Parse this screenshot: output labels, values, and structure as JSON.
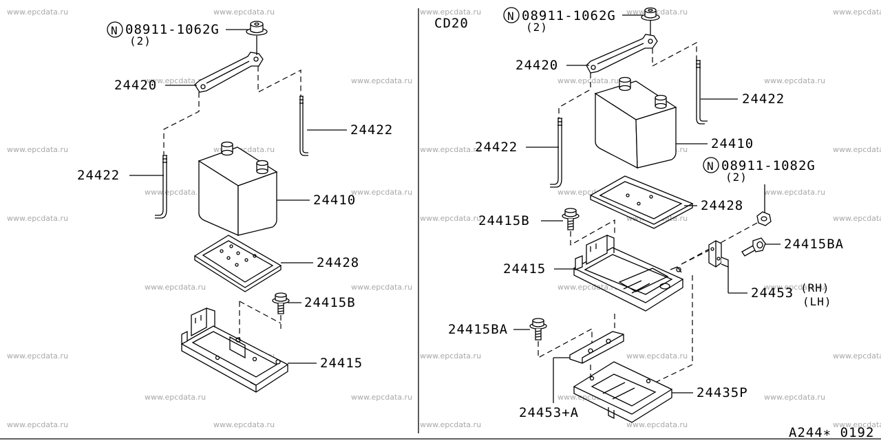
{
  "watermark": "www.epcdata.ru",
  "left_panel": {
    "nut": {
      "part_no": "08911-1062G",
      "qty": "(2)",
      "prefix": "N"
    },
    "labels": {
      "bracket_24420": "24420",
      "rod_24422_a": "24422",
      "rod_24422_b": "24422",
      "battery_24410": "24410",
      "tray_24428": "24428",
      "bolt_24415b": "24415B",
      "support_24415": "24415"
    }
  },
  "right_panel": {
    "variant": "CD20",
    "nut_top": {
      "part_no": "08911-1062G",
      "qty": "(2)",
      "prefix": "N"
    },
    "nut_right": {
      "part_no": "08911-1082G",
      "qty": "(2)",
      "prefix": "N"
    },
    "labels": {
      "bracket_24420": "24420",
      "rod_24422_a": "24422",
      "rod_24422_b": "24422",
      "battery_24410": "24410",
      "tray_24428": "24428",
      "bolt_24415b": "24415B",
      "bolt_24415ba_r": "24415BA",
      "support_24415": "24415",
      "bracket_24453": "24453",
      "bracket_24453_rh": "(RH)",
      "bracket_24453_lh": "(LH)",
      "bolt_24415ba_l": "24415BA",
      "bracket_24453a": "24453+A",
      "plate_24435p": "24435P"
    }
  },
  "footer": {
    "code": "A244∗ 0192"
  }
}
